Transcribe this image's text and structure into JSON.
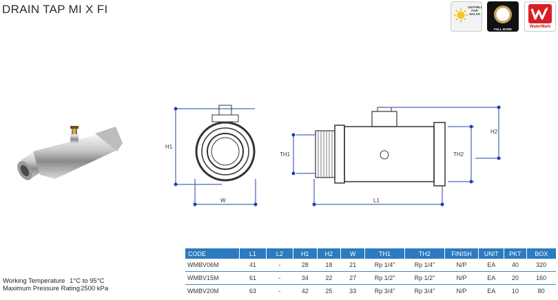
{
  "title": "DRAIN TAP MI X FI",
  "badges": {
    "solar": "SUITABLE FOR SOLAR",
    "fullbore": "FULL BORE",
    "watermark": "WaterMark"
  },
  "dimensions": {
    "h1": "H1",
    "h2": "H2",
    "w": "W",
    "l1": "L1",
    "th1": "TH1",
    "th2": "TH2"
  },
  "specs": [
    {
      "label": "Working Temperature",
      "value": "1°C to 95°C"
    },
    {
      "label": "Maximum Pressure Rating",
      "value": "2500 kPa"
    }
  ],
  "table": {
    "headers": [
      "CODE",
      "L1",
      "L2",
      "H1",
      "H2",
      "W",
      "TH1",
      "TH2",
      "FINISH",
      "UNIT",
      "PKT",
      "BOX"
    ],
    "rows": [
      [
        "WMBV06M",
        "41",
        "-",
        "28",
        "18",
        "21",
        "Rp 1/4”",
        "Rp 1/4”",
        "N/P",
        "EA",
        "40",
        "320"
      ],
      [
        "WMBV15M",
        "61",
        "-",
        "34",
        "22",
        "27",
        "Rp 1/2”",
        "Rp 1/2”",
        "N/P",
        "EA",
        "20",
        "160"
      ],
      [
        "WMBV20M",
        "63",
        "-",
        "42",
        "25",
        "33",
        "Rp 3/4”",
        "Rp 3/4”",
        "N/P",
        "EA",
        "10",
        "80"
      ]
    ]
  },
  "colors": {
    "header_blue": "#2a7bbf",
    "dimension_blue": "#1f3fb0"
  }
}
